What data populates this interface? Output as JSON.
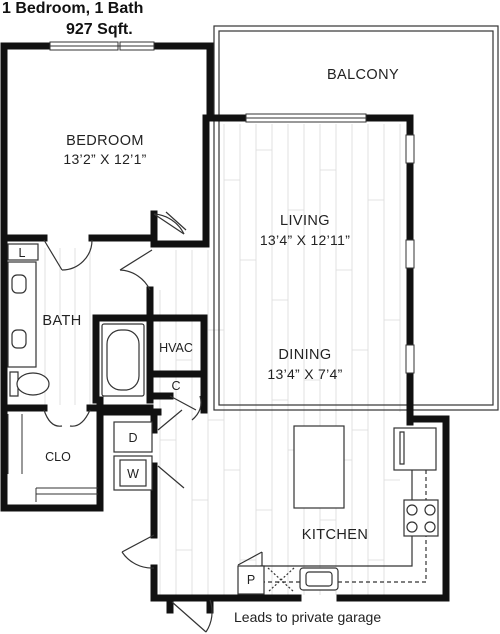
{
  "title": {
    "unit_type": "1 Bedroom, 1 Bath",
    "area": "927 Sqft."
  },
  "rooms": {
    "balcony": {
      "name": "BALCONY"
    },
    "bedroom": {
      "name": "BEDROOM",
      "dims": "13’2” X 12’1”"
    },
    "living": {
      "name": "LIVING",
      "dims": "13’4” X 12’11”"
    },
    "dining": {
      "name": "DINING",
      "dims": "13’4” X 7’4”"
    },
    "kitchen": {
      "name": "KITCHEN"
    },
    "bath": {
      "name": "BATH"
    },
    "closet": {
      "name": "CLO"
    },
    "hvac": {
      "name": "HVAC"
    }
  },
  "fixtures": {
    "linen": "L",
    "coat": "C",
    "dryer": "D",
    "washer": "W",
    "pantry": "P"
  },
  "notes": {
    "garage": "Leads to private garage"
  },
  "colors": {
    "wall": "#111111",
    "floor_lines": "#d6d6d6",
    "thin_lines": "#333333",
    "background": "#ffffff"
  }
}
